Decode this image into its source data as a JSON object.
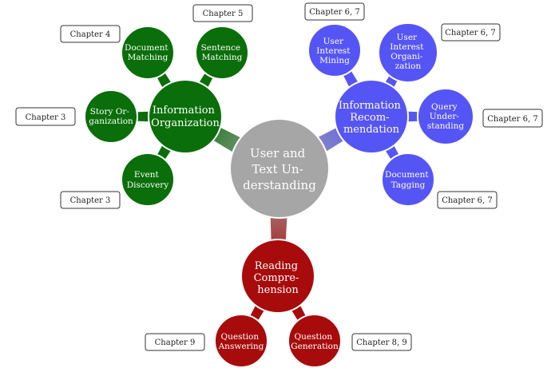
{
  "colors": {
    "center": "#a6a6a6",
    "green": "#0a6e0a",
    "blue": "#5555f5",
    "red": "#a80b0b",
    "label_border": "#333333"
  },
  "center": {
    "lines": [
      "User and",
      "Text Un-",
      "derstanding"
    ]
  },
  "branches": {
    "organization": {
      "lines": [
        "Information",
        "Organization"
      ]
    },
    "recommendation": {
      "lines": [
        "Information",
        "Recom-",
        "mendation"
      ]
    },
    "comprehension": {
      "lines": [
        "Reading",
        "Compre-",
        "hension"
      ]
    }
  },
  "leaves": {
    "document_matching": {
      "lines": [
        "Document",
        "Matching"
      ],
      "chapter": "Chapter 4"
    },
    "sentence_matching": {
      "lines": [
        "Sentence",
        "Matching"
      ],
      "chapter": "Chapter 5"
    },
    "story_organization": {
      "lines": [
        "Story Or-",
        "ganization"
      ],
      "chapter": "Chapter 3"
    },
    "event_discovery": {
      "lines": [
        "Event",
        "Discovery"
      ],
      "chapter": "Chapter 3"
    },
    "user_interest_mining": {
      "lines": [
        "User",
        "Interest",
        "Mining"
      ],
      "chapter": "Chapter 6, 7"
    },
    "user_interest_organization": {
      "lines": [
        "User",
        "Interest",
        "Organi-",
        "zation"
      ],
      "chapter": "Chapter 6, 7"
    },
    "query_understanding": {
      "lines": [
        "Query",
        "Under-",
        "standing"
      ],
      "chapter": "Chapter 6, 7"
    },
    "document_tagging": {
      "lines": [
        "Document",
        "Tagging"
      ],
      "chapter": "Chapter 6, 7"
    },
    "question_answering": {
      "lines": [
        "Question",
        "Answering"
      ],
      "chapter": "Chapter 9"
    },
    "question_generation": {
      "lines": [
        "Question",
        "Generation"
      ],
      "chapter": "Chapter 8, 9"
    }
  }
}
